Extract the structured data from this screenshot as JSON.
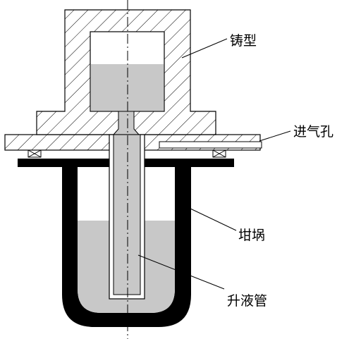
{
  "labels": {
    "mold": "铸型",
    "air_inlet": "进气孔",
    "crucible": "坩埚",
    "riser_tube": "升液管"
  },
  "colors": {
    "outline": "#000000",
    "hatch": "#000000",
    "liquid": "#c8c8c8",
    "crucible_wall": "#000000",
    "background": "#ffffff"
  }
}
